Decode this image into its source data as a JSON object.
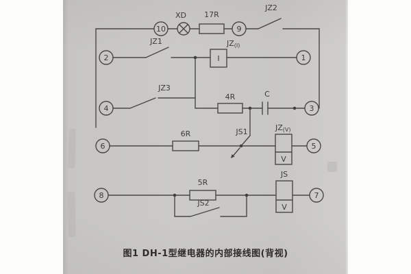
{
  "caption": "图1 DH-1型继电器的内部接线图(背视)",
  "colors": {
    "paper": "#cac9c5",
    "ink": "#42403c"
  },
  "terminals": {
    "t10": "10",
    "t9": "9",
    "t2": "2",
    "t1": "1",
    "t4": "4",
    "t3": "3",
    "t6": "6",
    "t5": "5",
    "t8": "8",
    "t7": "7"
  },
  "components": {
    "lamp": "XD",
    "r17": "17R",
    "jz2": "JZ2",
    "jz1": "JZ1",
    "jz_coil_label": "JZ",
    "jz_coil_sub": "(I)",
    "jz_coil_inner": "I",
    "jz3": "JZ3",
    "r4": "4R",
    "cap": "C",
    "r6": "6R",
    "js1": "JS1",
    "jzv_label": "JZ",
    "jzv_sub": "(V)",
    "jzv_inner": "V",
    "r5": "5R",
    "js2": "JS2",
    "js_label": "JS",
    "js_inner": "V"
  }
}
